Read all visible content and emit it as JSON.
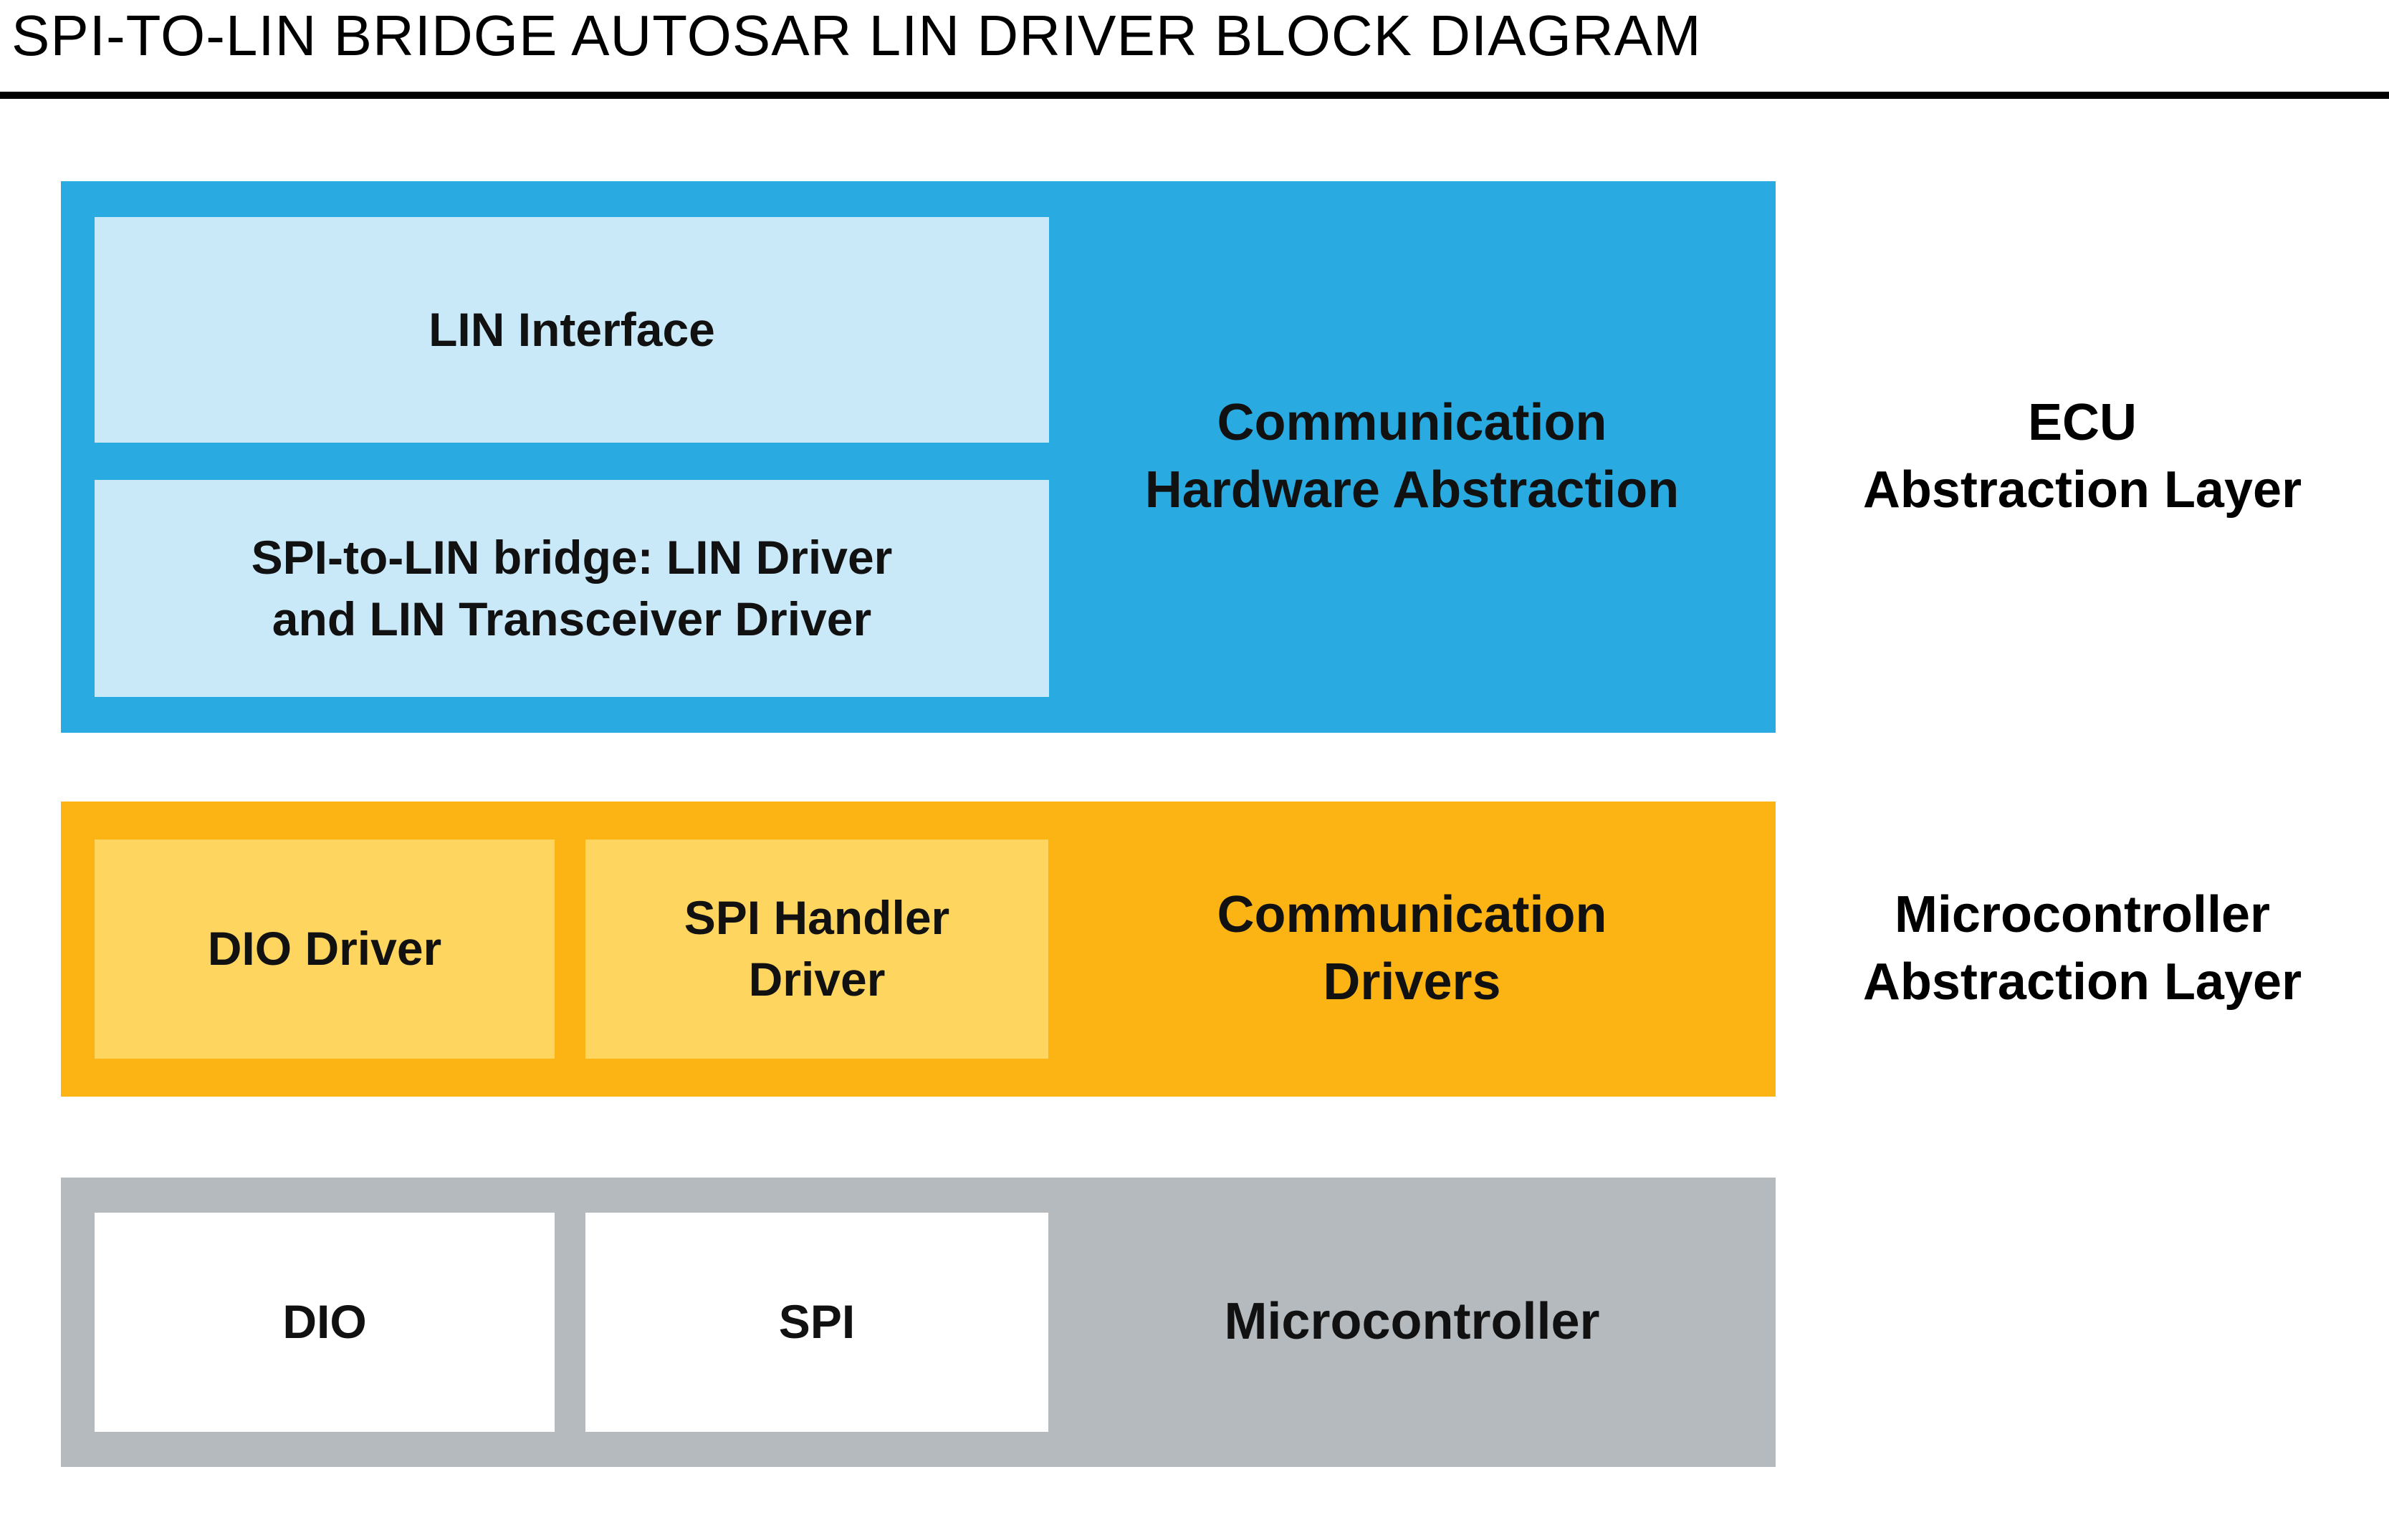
{
  "title": "SPI-TO-LIN BRIDGE AUTOSAR LIN DRIVER BLOCK DIAGRAM",
  "layers": {
    "ecu": {
      "label_line1": "Communication",
      "label_line2": "Hardware Abstraction",
      "side_label_line1": "ECU",
      "side_label_line2": "Abstraction Layer",
      "blocks": {
        "lin_interface": "LIN Interface",
        "spi_to_lin_bridge_line1": "SPI-to-LIN bridge: LIN Driver",
        "spi_to_lin_bridge_line2": "and LIN Transceiver Driver"
      },
      "colors": {
        "bg": "#29ABE2",
        "block_bg": "#C9E8F8"
      }
    },
    "mcal": {
      "label_line1": "Communication",
      "label_line2": "Drivers",
      "side_label_line1": "Microcontroller",
      "side_label_line2": "Abstraction Layer",
      "blocks": {
        "dio_driver": "DIO Driver",
        "spi_handler_line1": "SPI Handler",
        "spi_handler_line2": "Driver"
      },
      "colors": {
        "bg": "#FCB415",
        "block_bg": "#FDD55F"
      }
    },
    "mcu": {
      "label": "Microcontroller",
      "blocks": {
        "dio": "DIO",
        "spi": "SPI"
      },
      "colors": {
        "bg": "#B5BABE",
        "block_bg": "#FFFFFF"
      }
    }
  },
  "text_color": "#000000"
}
